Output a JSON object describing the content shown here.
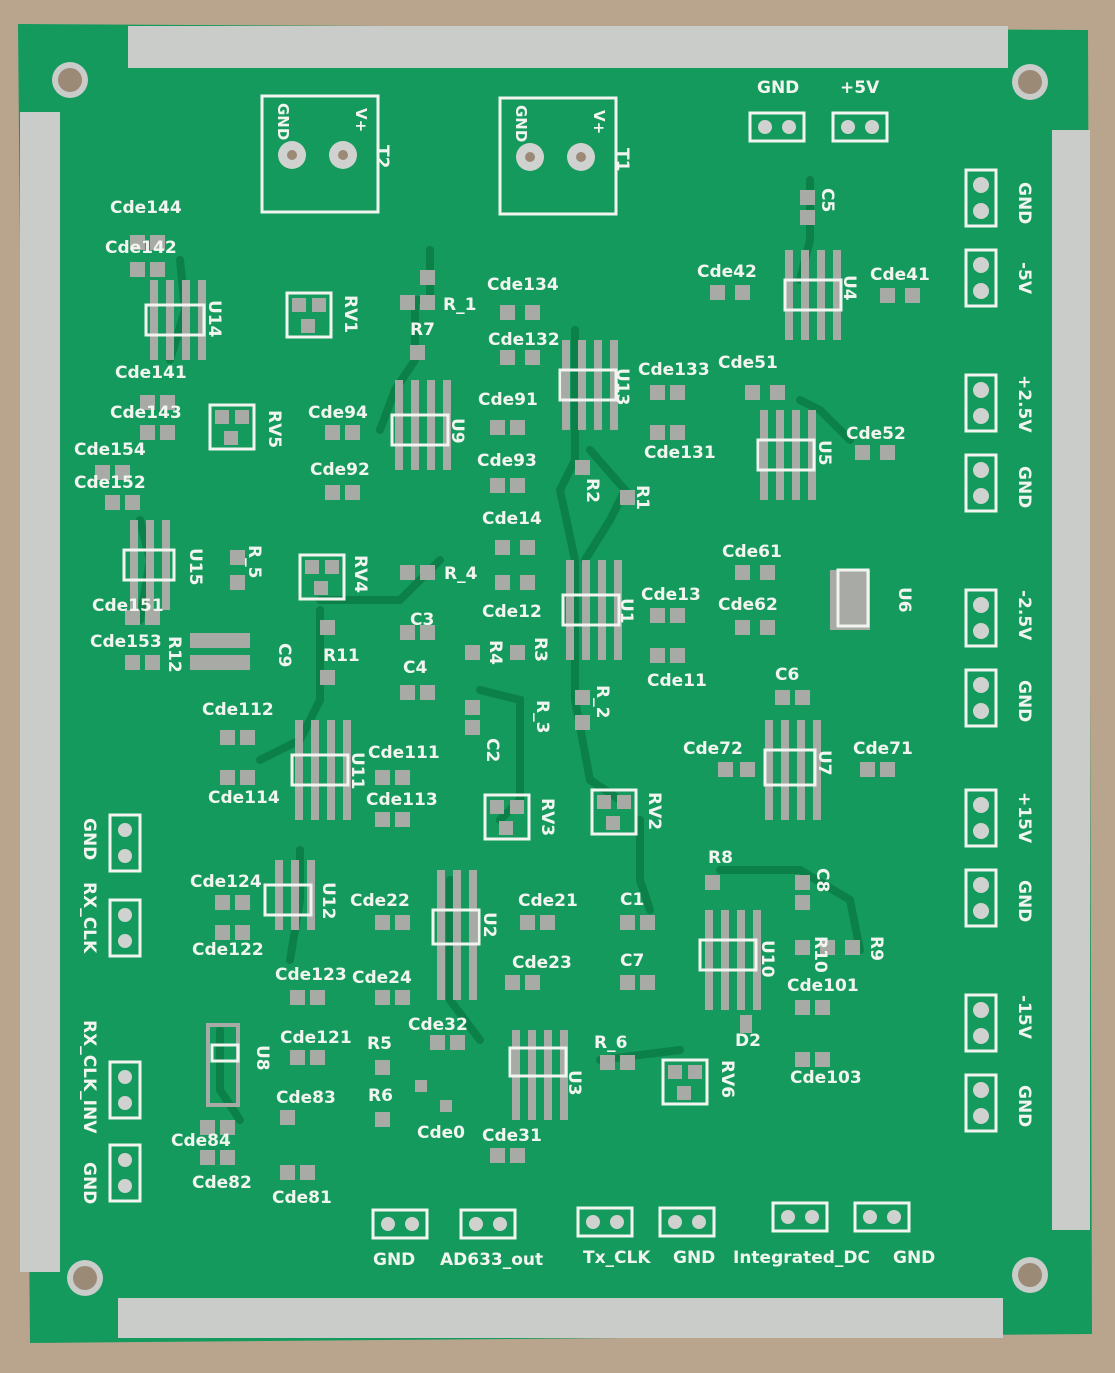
{
  "board": {
    "top_labels": [
      "GND",
      "+5V"
    ],
    "terminal_blocks": [
      {
        "name": "T2",
        "pins": [
          "GND",
          "V+"
        ]
      },
      {
        "name": "T1",
        "pins": [
          "GND",
          "V+"
        ]
      }
    ],
    "right_rail": [
      "GND",
      "-5V",
      "+2.5V",
      "GND",
      "-2.5V",
      "GND",
      "+15V",
      "GND",
      "-15V",
      "GND"
    ],
    "left_rail": [
      "GND",
      "RX_CLK",
      "RX_CLK_INV",
      "GND"
    ],
    "bottom_rail": [
      "GND",
      "AD633_out",
      "Tx_CLK",
      "GND",
      "Integrated_DC",
      "GND"
    ],
    "ics": [
      "U14",
      "U9",
      "U13",
      "U4",
      "U5",
      "U15",
      "U1",
      "U6",
      "U11",
      "U7",
      "U12",
      "U2",
      "U10",
      "U8",
      "U3"
    ],
    "pots": [
      "RV1",
      "RV5",
      "RV4",
      "RV3",
      "RV2",
      "RV6"
    ],
    "labels": {
      "cde144": "Cde144",
      "cde142": "Cde142",
      "cde141": "Cde141",
      "cde143": "Cde143",
      "cde134": "Cde134",
      "cde132": "Cde132",
      "cde133": "Cde133",
      "cde131": "Cde131",
      "cde42": "Cde42",
      "cde41": "Cde41",
      "cde51": "Cde51",
      "cde52": "Cde52",
      "cde94": "Cde94",
      "cde92": "Cde92",
      "cde91": "Cde91",
      "cde93": "Cde93",
      "cde154": "Cde154",
      "cde152": "Cde152",
      "cde151": "Cde151",
      "cde153": "Cde153",
      "cde14": "Cde14",
      "cde12": "Cde12",
      "cde13": "Cde13",
      "cde11": "Cde11",
      "cde61": "Cde61",
      "cde62": "Cde62",
      "cde72": "Cde72",
      "cde71": "Cde71",
      "cde112": "Cde112",
      "cde114": "Cde114",
      "cde111": "Cde111",
      "cde113": "Cde113",
      "cde124": "Cde124",
      "cde122": "Cde122",
      "cde123": "Cde123",
      "cde121": "Cde121",
      "cde22": "Cde22",
      "cde21": "Cde21",
      "cde24": "Cde24",
      "cde23": "Cde23",
      "cde32": "Cde32",
      "cde31": "Cde31",
      "cde0": "Cde0",
      "cde101": "Cde101",
      "cde103": "Cde103",
      "cde83": "Cde83",
      "cde84": "Cde84",
      "cde82": "Cde82",
      "cde81": "Cde81",
      "r_1": "R_1",
      "r7": "R7",
      "r2": "R2",
      "r1": "R1",
      "r_5": "R_5",
      "r_4": "R_4",
      "r12": "R12",
      "r11": "R11",
      "r4": "R4",
      "r3": "R3",
      "r_3": "R_3",
      "r_2": "R_2",
      "r8": "R8",
      "r10": "R10",
      "r9": "R9",
      "r5": "R5",
      "r6": "R6",
      "r_6": "R_6",
      "c5": "C5",
      "c3": "C3",
      "c4": "C4",
      "c9": "C9",
      "c2": "C2",
      "c6": "C6",
      "c1": "C1",
      "c7": "C7",
      "c8": "C8",
      "d2": "D2"
    }
  },
  "colors": {
    "pcb": "#139a5c",
    "copper": "#0d8a50",
    "silk": "#f2f5ef",
    "tin": "#c9ccc9",
    "pad": "#a8aaa6",
    "table": "#b9a58e"
  }
}
